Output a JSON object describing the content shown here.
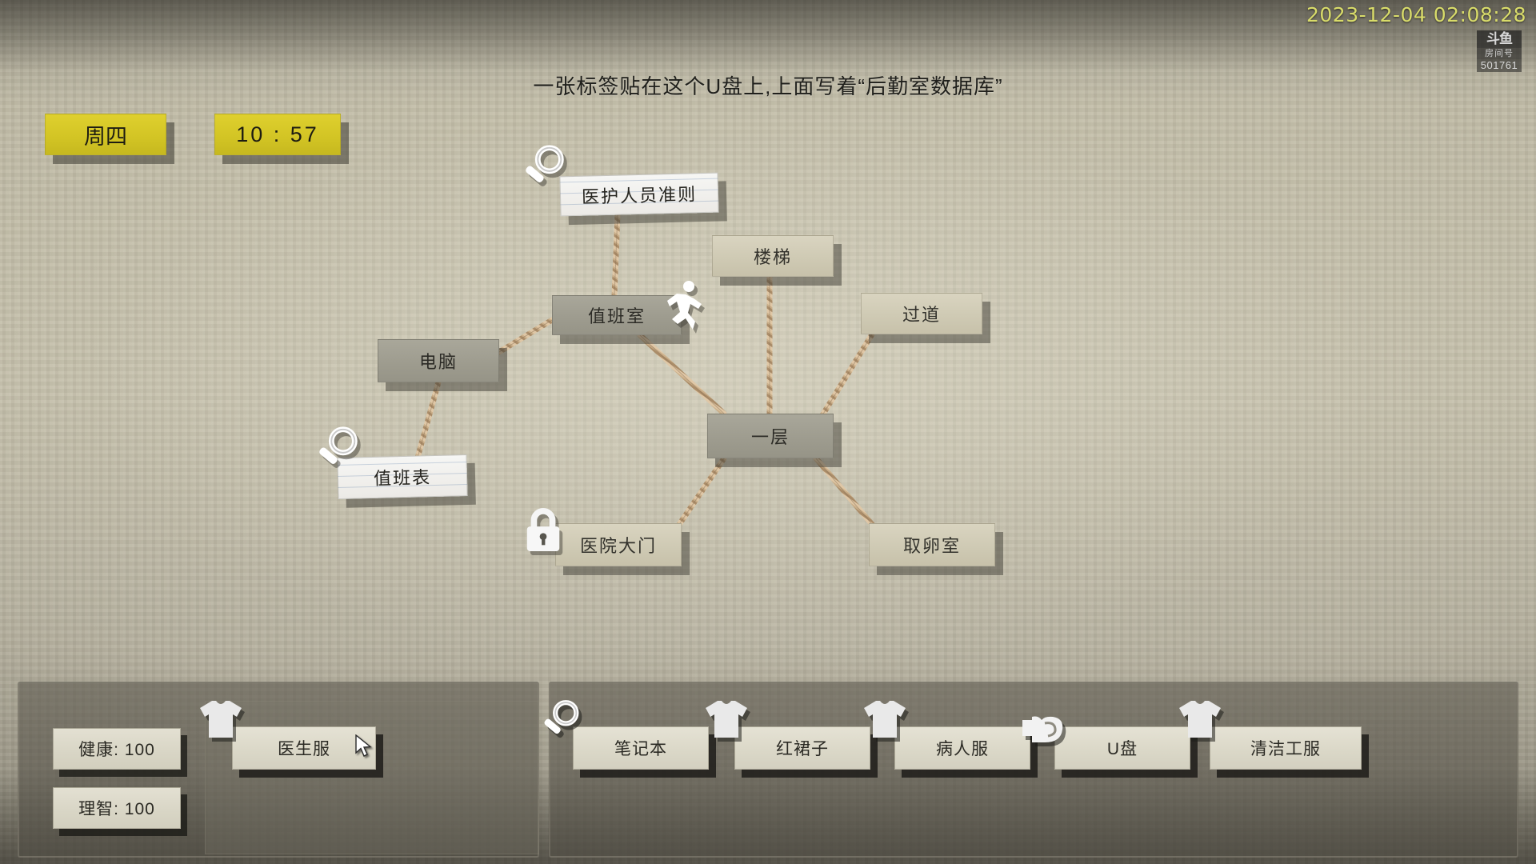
{
  "hud_top": {
    "timestamp": "2023-12-04 02:08:28",
    "watermark_logo": "斗鱼",
    "watermark_label": "房间号",
    "watermark_room": "501761"
  },
  "narration": {
    "text": "一张标签贴在这个U盘上,上面写着“后勤室数据库”"
  },
  "status_tags": {
    "weekday": "周四",
    "clock": "10 : 57"
  },
  "map": {
    "nodes": [
      {
        "id": "guideline",
        "label": "医护人员准则",
        "style": "paper",
        "icon": "magnifier-icon"
      },
      {
        "id": "dutyroom",
        "label": "值班室",
        "style": "dark",
        "icon": "runner-icon"
      },
      {
        "id": "stairs",
        "label": "楼梯",
        "style": "light",
        "icon": "none"
      },
      {
        "id": "corridor",
        "label": "过道",
        "style": "light",
        "icon": "none"
      },
      {
        "id": "computer",
        "label": "电脑",
        "style": "dark",
        "icon": "none"
      },
      {
        "id": "roster",
        "label": "值班表",
        "style": "paper",
        "icon": "magnifier-icon"
      },
      {
        "id": "floor1",
        "label": "一层",
        "style": "dark",
        "icon": "none"
      },
      {
        "id": "gate",
        "label": "医院大门",
        "style": "light",
        "icon": "lock-icon"
      },
      {
        "id": "eggroom",
        "label": "取卵室",
        "style": "light",
        "icon": "none"
      }
    ],
    "links": [
      {
        "from": "guideline",
        "to": "dutyroom"
      },
      {
        "from": "dutyroom",
        "to": "computer"
      },
      {
        "from": "computer",
        "to": "roster"
      },
      {
        "from": "dutyroom",
        "to": "floor1"
      },
      {
        "from": "stairs",
        "to": "floor1"
      },
      {
        "from": "corridor",
        "to": "floor1"
      },
      {
        "from": "floor1",
        "to": "gate"
      },
      {
        "from": "floor1",
        "to": "eggroom"
      }
    ]
  },
  "hud_bottom": {
    "stats": [
      {
        "id": "health",
        "label": "健康: 100"
      },
      {
        "id": "sanity",
        "label": "理智: 100"
      }
    ],
    "equipped": [
      {
        "id": "doctor-uniform",
        "label": "医生服",
        "icon": "shirt-icon"
      }
    ],
    "items": [
      {
        "id": "notebook",
        "label": "笔记本",
        "icon": "magnifier-icon"
      },
      {
        "id": "red-dress",
        "label": "红裙子",
        "icon": "shirt-icon"
      },
      {
        "id": "patient-gown",
        "label": "病人服",
        "icon": "shirt-icon"
      },
      {
        "id": "usb-drive",
        "label": "U盘",
        "icon": "hand-icon"
      },
      {
        "id": "janitor-uniform",
        "label": "清洁工服",
        "icon": "shirt-icon"
      }
    ]
  },
  "colors": {
    "accent_yellow": "#d2c424",
    "timestamp_green": "#d9dc6a",
    "node_light": "#cfcab4",
    "node_dark": "#9e9c8f",
    "paper": "#f4f4f2",
    "rope": "#c9ae8c",
    "hud_panel": "#605c52"
  }
}
